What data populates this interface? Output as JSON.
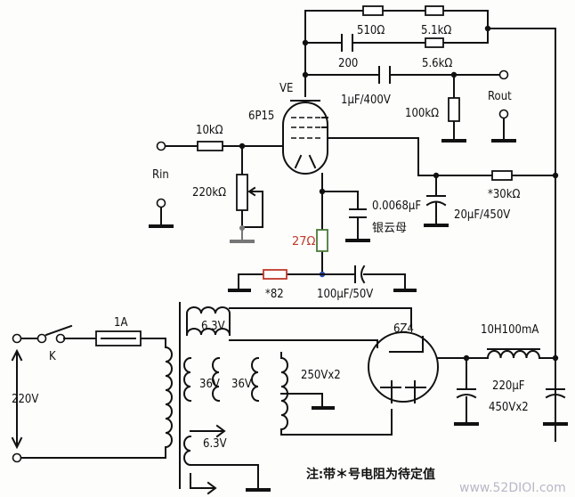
{
  "labels": {
    "r510": "510Ω",
    "r5k1": "5.1kΩ",
    "c200": "200",
    "r5k6": "5.6kΩ",
    "ve": "VE",
    "c1u": "1μF/400V",
    "rout": "Rout",
    "tube": "6P15",
    "r100k": "100kΩ",
    "r10k": "10kΩ",
    "rin": "Rin",
    "pot": "220kΩ",
    "c0068": "0.0068μF",
    "mica": "银云母",
    "r30k": "*30kΩ",
    "c20u": "20μF/450V",
    "r27": "27Ω",
    "r82": "*82",
    "c100u": "100μF/50V",
    "v63a": "6.3V",
    "rect": "6Z4",
    "choke": "10H100mA",
    "fuse": "1A",
    "k": "K",
    "v36a": "36V",
    "v36b": "36V",
    "v250": "250Vx2",
    "c220a": "220μF",
    "c220b": "450Vx2",
    "v220": "220V",
    "v63b": "6.3V",
    "note": "注:带＊号电阻为待定值",
    "watermark": "www.52DIOI.com"
  }
}
